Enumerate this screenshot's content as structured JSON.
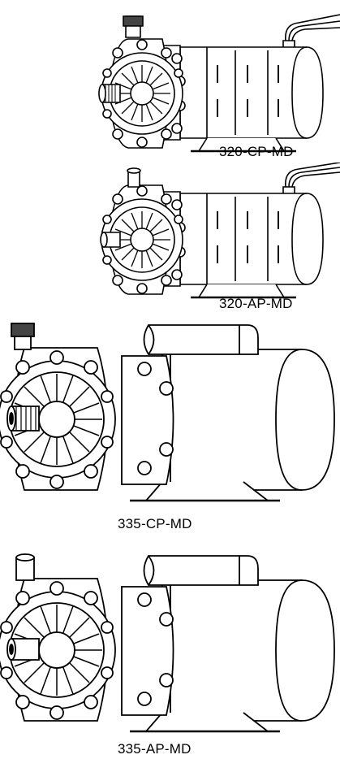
{
  "models": [
    {
      "label": "320-CP-MD",
      "port": "threaded",
      "wires": true
    },
    {
      "label": "320-AP-MD",
      "port": "barb",
      "wires": true
    },
    {
      "label": "335-CP-MD",
      "port": "threaded",
      "wires": false
    },
    {
      "label": "335-AP-MD",
      "port": "barb",
      "wires": false
    }
  ]
}
